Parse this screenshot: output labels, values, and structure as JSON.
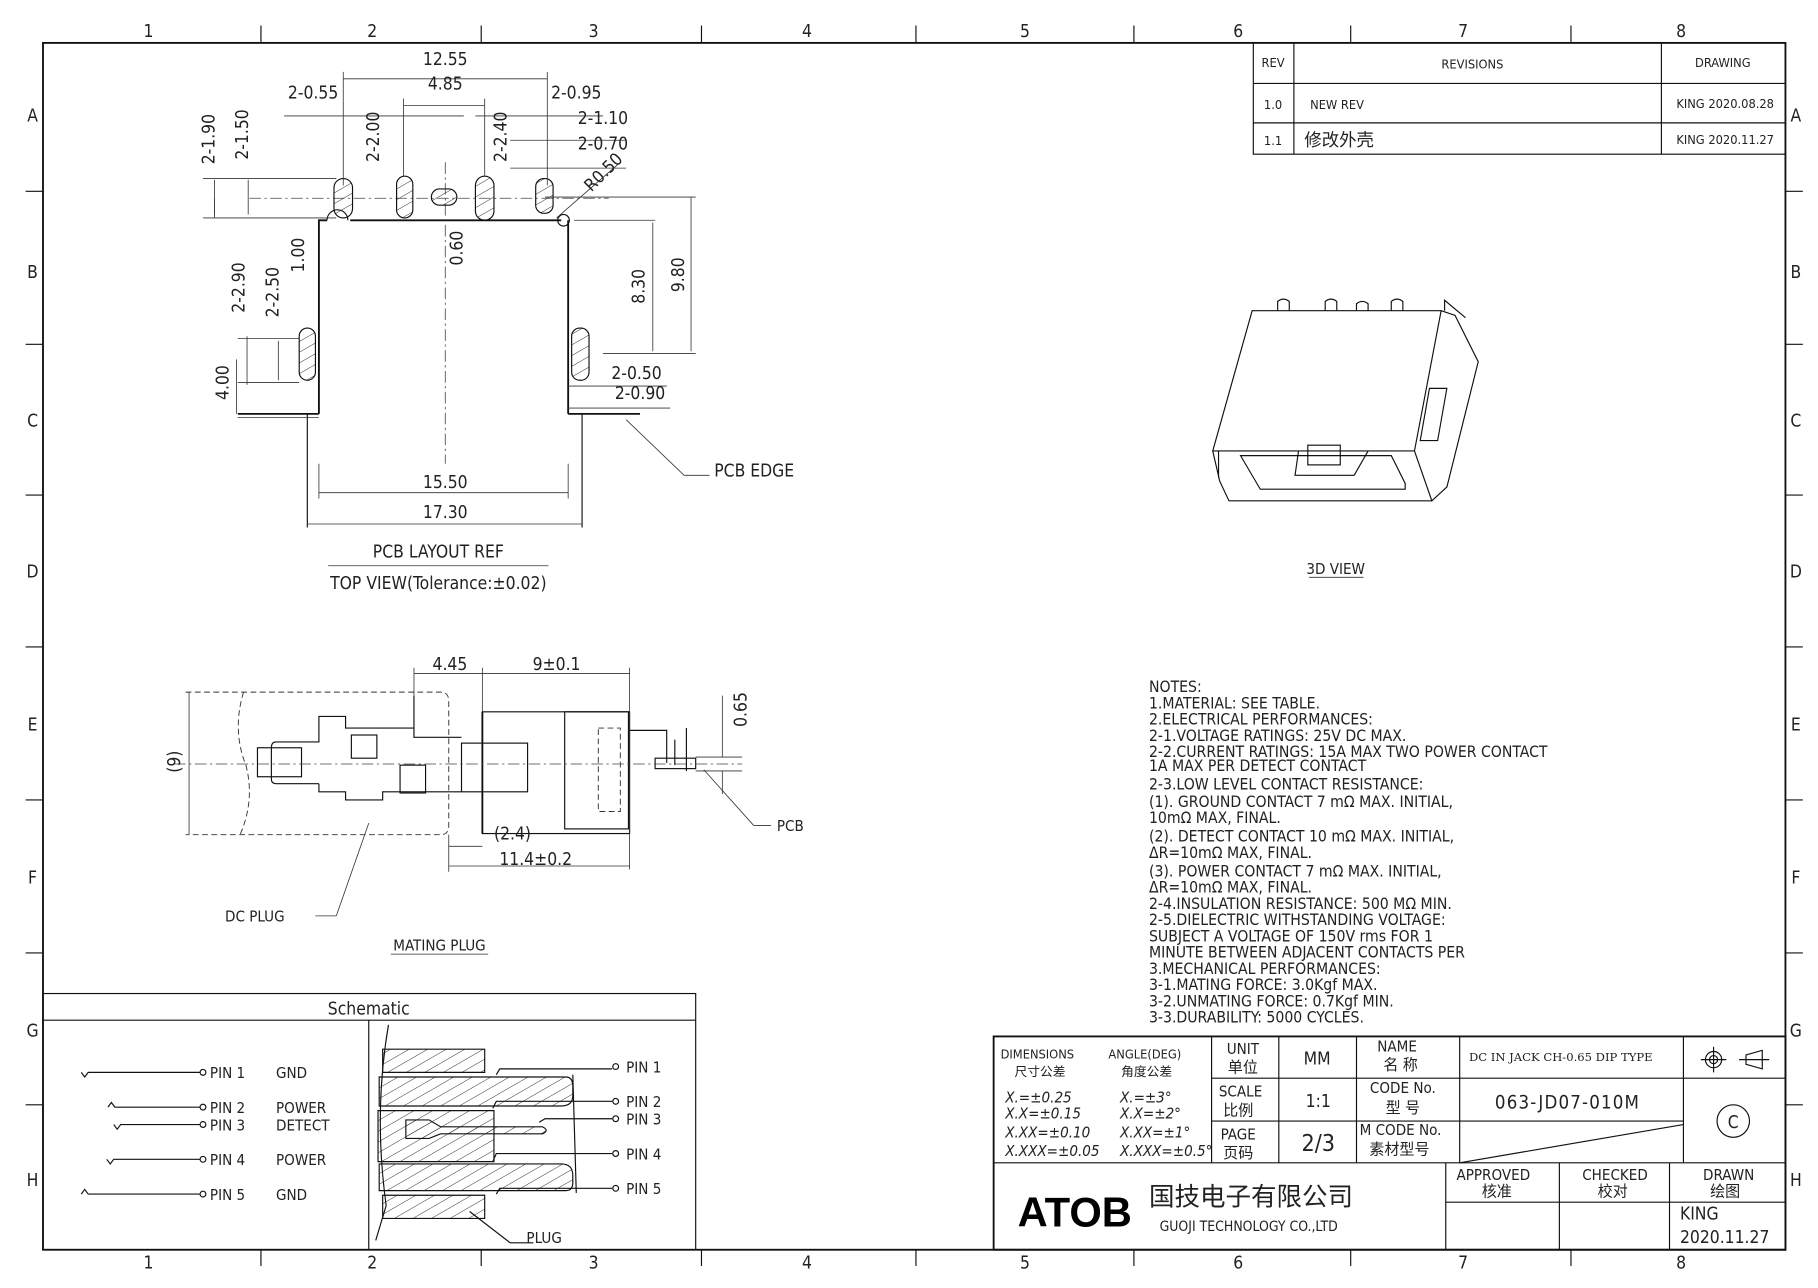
{
  "frame": {
    "columns": [
      "1",
      "2",
      "3",
      "4",
      "5",
      "6",
      "7",
      "8"
    ],
    "rows": [
      "A",
      "B",
      "C",
      "D",
      "E",
      "F",
      "G",
      "H"
    ]
  },
  "revisions": {
    "headers": {
      "rev": "REV",
      "revisions": "REVISIONS",
      "drawing": "DRAWING"
    },
    "rows": [
      {
        "rev": "1.0",
        "desc": "NEW REV",
        "drawing": "KING  2020.08.28"
      },
      {
        "rev": "1.1",
        "desc": "修改外壳",
        "drawing": "KING  2020.11.27"
      }
    ]
  },
  "top_view": {
    "dims": {
      "d12_55": "12.55",
      "d4_85": "4.85",
      "d2_0_55": "2-0.55",
      "d2_0_95": "2-0.95",
      "d2_1_10": "2-1.10",
      "d2_0_70": "2-0.70",
      "r0_50": "R0.50",
      "d2_1_90": "2-1.90",
      "d2_1_50": "2-1.50",
      "d2_2_00": "2-2.00",
      "d2_2_40": "2-2.40",
      "d1_00": "1.00",
      "d0_60": "0.60",
      "d2_2_90": "2-2.90",
      "d2_2_50": "2-2.50",
      "d4_00": "4.00",
      "d8_30": "8.30",
      "d9_80": "9.80",
      "d2_0_50": "2-0.50",
      "d2_0_90": "2-0.90",
      "d15_50": "15.50",
      "d17_30": "17.30"
    },
    "pcb_edge_label": "PCB  EDGE",
    "title": "PCB  LAYOUT  REF",
    "subtitle": "TOP  VIEW(Tolerance:±0.02)"
  },
  "mating_plug": {
    "dims": {
      "d4_45": "4.45",
      "d9": "9±0.1",
      "d0_65": "0.65",
      "d_9": "(9)",
      "d2_4": "(2.4)",
      "d11_4": "11.4±0.2"
    },
    "pcb_label": "PCB",
    "dc_plug_label": "DC  PLUG",
    "title": "MATING  PLUG"
  },
  "view3d": {
    "title": "3D  VIEW"
  },
  "notes": [
    "NOTES:",
    "1.MATERIAL:  SEE  TABLE.",
    "2.ELECTRICAL  PERFORMANCES:",
    "  2-1.VOLTAGE  RATINGS:  25V  DC  MAX.",
    "  2-2.CURRENT  RATINGS:  15A  MAX  TWO  POWER  CONTACT",
    "                          1A  MAX  PER  DETECT  CONTACT",
    "  2-3.LOW  LEVEL  CONTACT  RESISTANCE:",
    "     (1).  GROUND  CONTACT  7  mΩ  MAX.  INITIAL,",
    "           10mΩ  MAX,  FINAL.",
    "     (2).  DETECT  CONTACT  10  mΩ  MAX.  INITIAL,",
    "           ΔR=10mΩ  MAX,  FINAL.",
    "     (3).  POWER  CONTACT  7  mΩ  MAX.  INITIAL,",
    "           ΔR=10mΩ  MAX,  FINAL.",
    "  2-4.INSULATION  RESISTANCE:  500  MΩ  MIN.",
    "  2-5.DIELECTRIC  WITHSTANDING  VOLTAGE:",
    "        SUBJECT  A  VOLTAGE  OF  150V  rms  FOR  1",
    "        MINUTE  BETWEEN  ADJACENT  CONTACTS  PER",
    "3.MECHANICAL  PERFORMANCES:",
    "  3-1.MATING  FORCE:  3.0Kgf  MAX.",
    "  3-2.UNMATING  FORCE:  0.7Kgf  MIN.",
    "  3-3.DURABILITY:  5000  CYCLES."
  ],
  "schematic": {
    "title": "Schematic",
    "pins": [
      {
        "pin": "PIN  1",
        "name": "GND"
      },
      {
        "pin": "PIN  2",
        "name": "POWER"
      },
      {
        "pin": "PIN  3",
        "name": "DETECT"
      },
      {
        "pin": "PIN  4",
        "name": "POWER"
      },
      {
        "pin": "PIN  5",
        "name": "GND"
      }
    ],
    "plug_label": "PLUG"
  },
  "title_block": {
    "dimensions_label": "DIMENSIONS",
    "dimensions_cn": "尺寸公差",
    "angle_label": "ANGLE(DEG)",
    "angle_cn": "角度公差",
    "tolerances": [
      "X.=±0.25",
      "X.X=±0.15",
      "X.XX=±0.10",
      "X.XXX=±0.05"
    ],
    "angle_tolerances": [
      "X.=±3°",
      "X.X=±2°",
      "X.XX=±1°",
      "X.XXX=±0.5°"
    ],
    "unit_label": "UNIT",
    "unit_cn": "单位",
    "unit_value": "MM",
    "scale_label": "SCALE",
    "scale_cn": "比例",
    "scale_value": "1:1",
    "page_label": "PAGE",
    "page_cn": "页码",
    "page_value": "2/3",
    "name_label": "NAME",
    "name_cn": "名    称",
    "name_value": "DC IN JACK CH-0.65 DIP TYPE",
    "code_label": "CODE No.",
    "code_cn": "型    号",
    "code_value": "063-JD07-010M",
    "mcode_label": "M CODE No.",
    "mcode_cn": "素材型号",
    "copyright": "C",
    "logo": "ATOB",
    "company_cn": "国技电子有限公司",
    "company_en": "GUOJI  TECHNOLOGY  CO.,LTD",
    "approved_label": "APPROVED",
    "approved_cn": "核准",
    "checked_label": "CHECKED",
    "checked_cn": "校对",
    "drawn_label": "DRAWN",
    "drawn_cn": "绘图",
    "drawn_by": "KING",
    "drawn_date": "2020.11.27"
  }
}
